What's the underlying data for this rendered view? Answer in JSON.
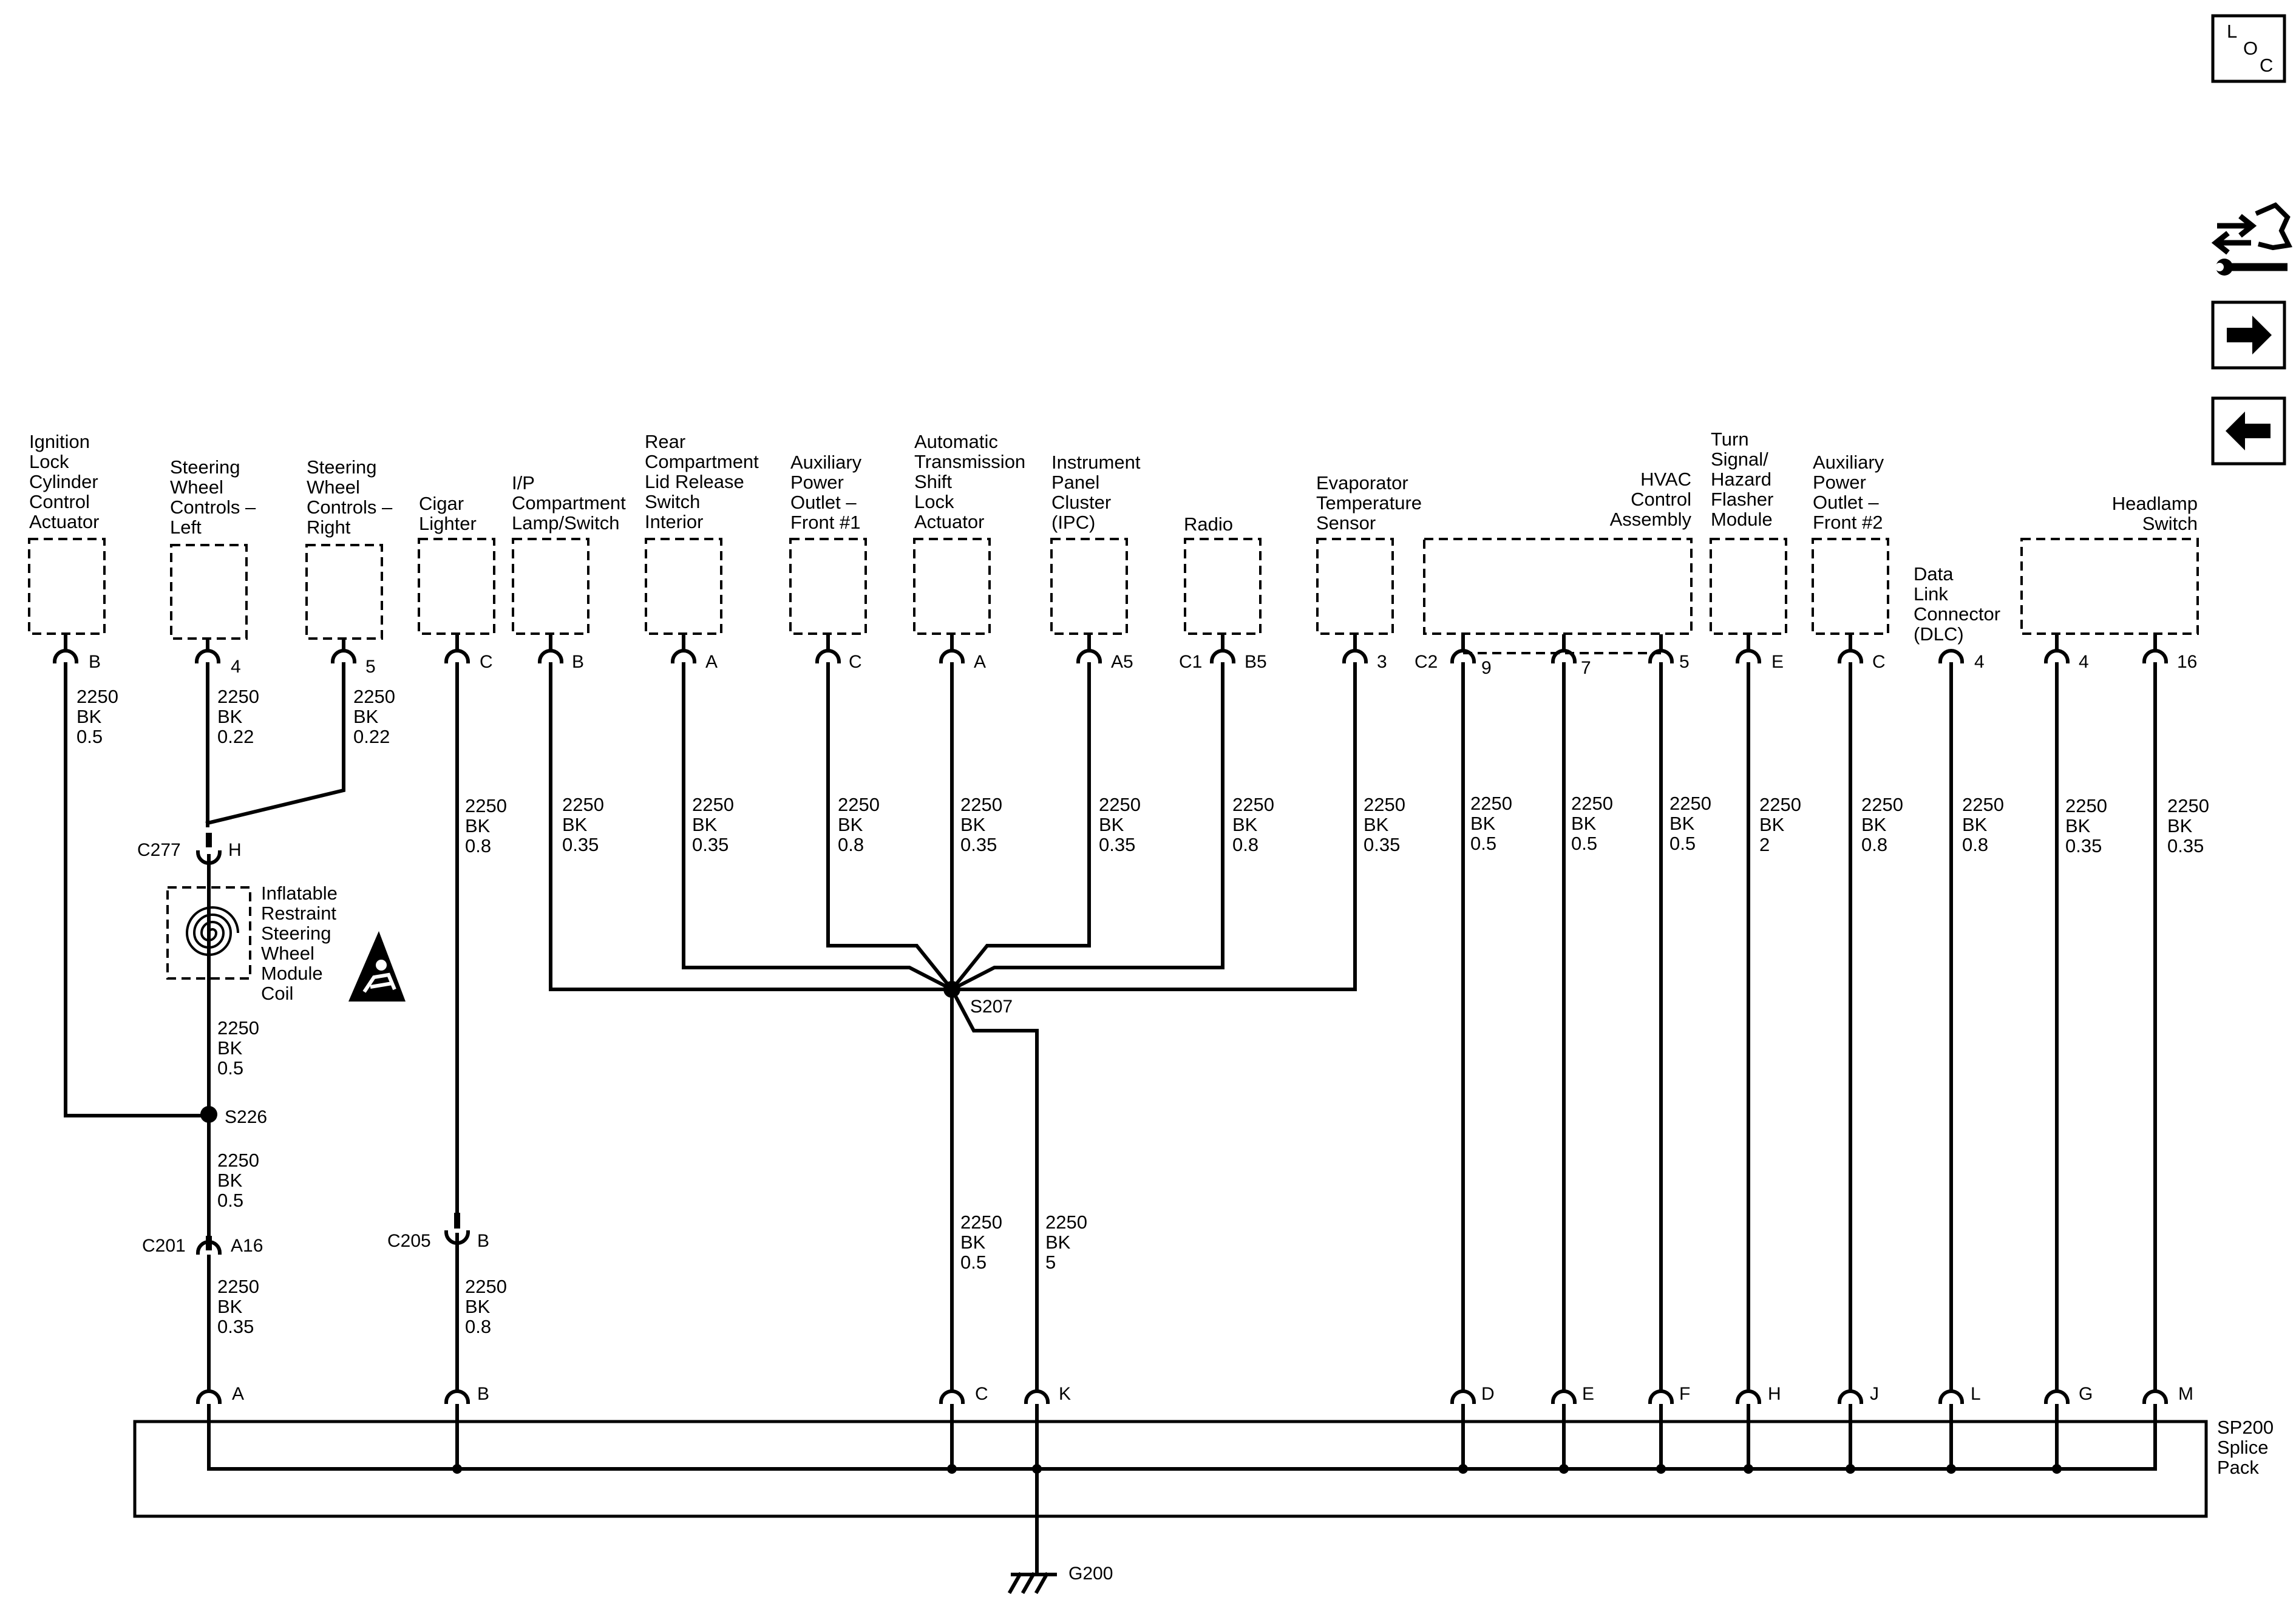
{
  "nav": {
    "loc": {
      "l": "L",
      "o": "O",
      "c": "C"
    }
  },
  "components": {
    "ignition": [
      "Ignition",
      "Lock",
      "Cylinder",
      "Control",
      "Actuator"
    ],
    "swc_left": [
      "Steering",
      "Wheel",
      "Controls –",
      "Left"
    ],
    "swc_right": [
      "Steering",
      "Wheel",
      "Controls –",
      "Right"
    ],
    "cigar": [
      "Cigar",
      "Lighter"
    ],
    "ip_lamp": [
      "I/P",
      "Compartment",
      "Lamp/Switch"
    ],
    "rear_lid": [
      "Rear",
      "Compartment",
      "Lid Release",
      "Switch",
      "Interior"
    ],
    "aux_front1": [
      "Auxiliary",
      "Power",
      "Outlet –",
      "Front #1"
    ],
    "shift_lock": [
      "Automatic",
      "Transmission",
      "Shift",
      "Lock",
      "Actuator"
    ],
    "ipc": [
      "Instrument",
      "Panel",
      "Cluster",
      "(IPC)"
    ],
    "radio": [
      "Radio"
    ],
    "evap": [
      "Evaporator",
      "Temperature",
      "Sensor"
    ],
    "hvac": [
      "HVAC",
      "Control",
      "Assembly"
    ],
    "turn": [
      "Turn",
      "Signal/",
      "Hazard",
      "Flasher",
      "Module"
    ],
    "aux_front2": [
      "Auxiliary",
      "Power",
      "Outlet –",
      "Front #2"
    ],
    "dlc": [
      "Data",
      "Link",
      "Connector",
      "(DLC)"
    ],
    "headlamp": [
      "Headlamp",
      "Switch"
    ],
    "airbag_coil": [
      "Inflatable",
      "Restraint",
      "Steering",
      "Wheel",
      "Module",
      "Coil"
    ],
    "splice_pack": [
      "SP200",
      "Splice",
      "Pack"
    ]
  },
  "top_pins": {
    "ignition": "B",
    "swc_left": "4",
    "swc_right": "5",
    "cigar": "C",
    "ip_lamp": "B",
    "rear_lid": "A",
    "aux_front1": "C",
    "shift_lock": "A",
    "ipc": "A5",
    "radio_conn": "C1",
    "radio": "B5",
    "evap": "3",
    "hvac_conn": "C2",
    "hvac_9": "9",
    "hvac_7": "7",
    "hvac_5": "5",
    "turn": "E",
    "aux_front2": "C",
    "dlc": "4",
    "headlamp_4": "4",
    "headlamp_16": "16"
  },
  "wires": {
    "w_ign": [
      "2250",
      "BK",
      "0.5"
    ],
    "w_swl": [
      "2250",
      "BK",
      "0.22"
    ],
    "w_swr": [
      "2250",
      "BK",
      "0.22"
    ],
    "w_coil": [
      "2250",
      "BK",
      "0.5"
    ],
    "w_s226": [
      "2250",
      "BK",
      "0.5"
    ],
    "w_c201": [
      "2250",
      "BK",
      "0.35"
    ],
    "w_cig1": [
      "2250",
      "BK",
      "0.8"
    ],
    "w_cig2": [
      "2250",
      "BK",
      "0.8"
    ],
    "w_ip": [
      "2250",
      "BK",
      "0.35"
    ],
    "w_rear": [
      "2250",
      "BK",
      "0.35"
    ],
    "w_aux1": [
      "2250",
      "BK",
      "0.8"
    ],
    "w_shift": [
      "2250",
      "BK",
      "0.35"
    ],
    "w_ipc": [
      "2250",
      "BK",
      "0.35"
    ],
    "w_radio": [
      "2250",
      "BK",
      "0.8"
    ],
    "w_evap": [
      "2250",
      "BK",
      "0.35"
    ],
    "w_s207c": [
      "2250",
      "BK",
      "0.5"
    ],
    "w_s207k": [
      "2250",
      "BK",
      "5"
    ],
    "w_h9": [
      "2250",
      "BK",
      "0.5"
    ],
    "w_h7": [
      "2250",
      "BK",
      "0.5"
    ],
    "w_h5": [
      "2250",
      "BK",
      "0.5"
    ],
    "w_turn": [
      "2250",
      "BK",
      "2"
    ],
    "w_aux2": [
      "2250",
      "BK",
      "0.8"
    ],
    "w_dlc": [
      "2250",
      "BK",
      "0.8"
    ],
    "w_hl4": [
      "2250",
      "BK",
      "0.35"
    ],
    "w_hl16": [
      "2250",
      "BK",
      "0.35"
    ]
  },
  "connectors": {
    "c277": "C277",
    "c277_pin": "H",
    "c201": "C201",
    "c201_pin": "A16",
    "c205": "C205",
    "c205_pin": "B"
  },
  "splices": {
    "s207": "S207",
    "s226": "S226"
  },
  "bottom_pins": {
    "a": "A",
    "b": "B",
    "c": "C",
    "k": "K",
    "d": "D",
    "e": "E",
    "f": "F",
    "h": "H",
    "j": "J",
    "l": "L",
    "g": "G",
    "m": "M"
  },
  "ground": "G200",
  "icons": {
    "loc": "loc-icon",
    "schematic": "connector-wrench-icon",
    "next": "arrow-right-icon",
    "prev": "arrow-left-icon",
    "airbag_warning": "airbag-warning-icon"
  }
}
